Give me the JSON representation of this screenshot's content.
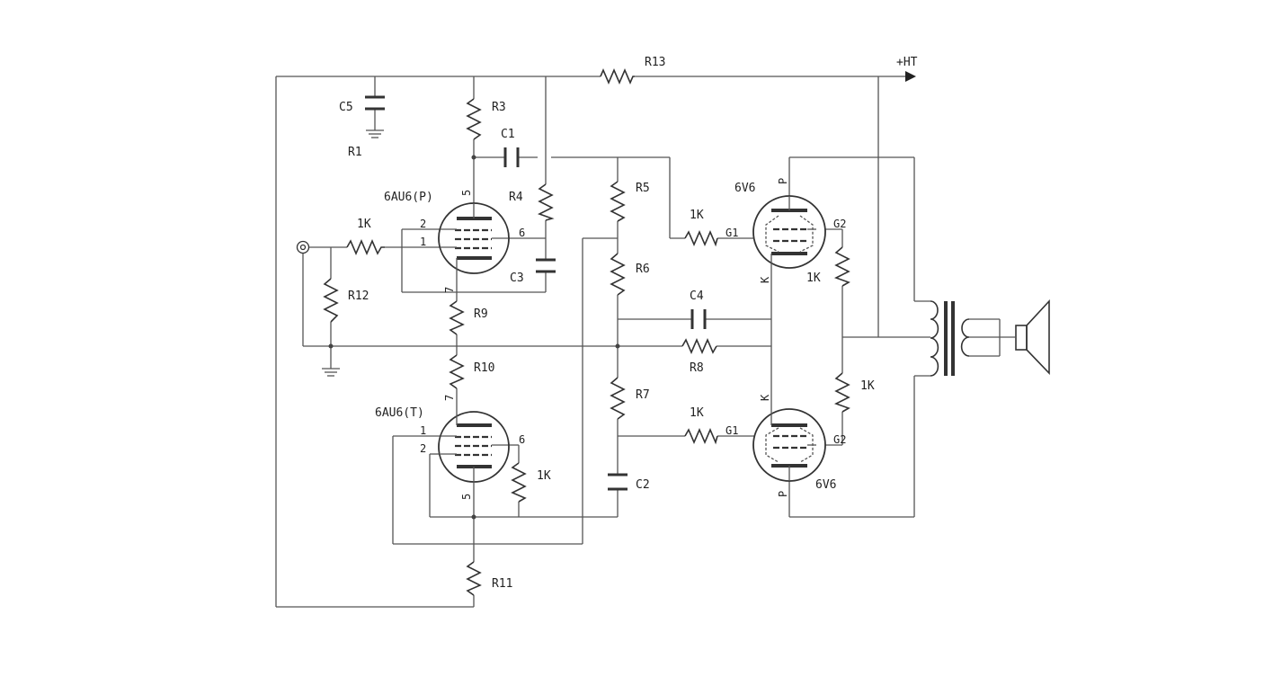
{
  "schematic": {
    "supply": {
      "label": "+HT"
    },
    "components": {
      "r1": "R1",
      "r3": "R3",
      "r4": "R4",
      "r5": "R5",
      "r6": "R6",
      "r7": "R7",
      "r8": "R8",
      "r9": "R9",
      "r10": "R10",
      "r11": "R11",
      "r12": "R12",
      "r13": "R13",
      "c1": "C1",
      "c2": "C2",
      "c3": "C3",
      "c4": "C4",
      "c5": "C5",
      "r_in": "1K",
      "r_g1_top": "1K",
      "r_g1_bot": "1K",
      "r_g2_top": "1K",
      "r_g2_bot": "1K",
      "r_tail": "1K"
    },
    "tubes": {
      "v1": {
        "label": "6AU6(P)",
        "pins": {
          "g1": "1",
          "g2": "2",
          "g3": "5",
          "plate": "6",
          "cathode": "7"
        }
      },
      "v2": {
        "label": "6AU6(T)",
        "pins": {
          "g1": "1",
          "g2": "2",
          "g3": "5",
          "plate": "6",
          "cathode": "7"
        }
      },
      "v3": {
        "label": "6V6",
        "pins": {
          "plate": "P",
          "grid1": "G1",
          "grid2": "G2",
          "cathode": "K"
        }
      },
      "v4": {
        "label": "6V6",
        "pins": {
          "plate": "P",
          "grid1": "G1",
          "grid2": "G2",
          "cathode": "K"
        }
      }
    },
    "icons": [
      "input-jack-icon",
      "ground-icon",
      "output-transformer-icon",
      "speaker-icon",
      "arrow-right-icon"
    ]
  }
}
